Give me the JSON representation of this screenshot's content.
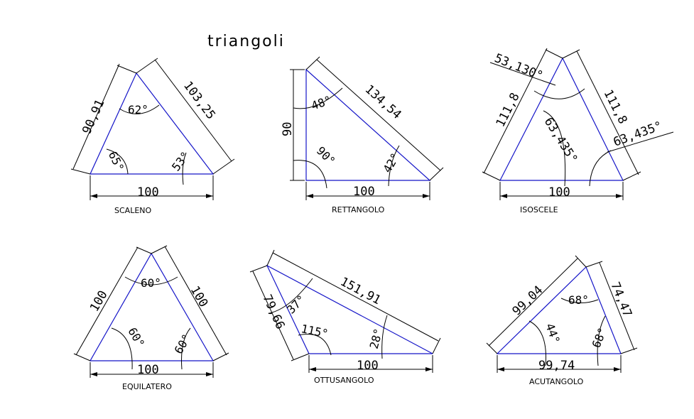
{
  "title": "triangoli",
  "colors": {
    "triangle": "#1515c8",
    "dimension": "#000000",
    "background": "#ffffff"
  },
  "triangles": {
    "scaleno": {
      "name": "SCALENO",
      "base": "100",
      "left": "90,91",
      "right": "103,25",
      "angle_top": "62°",
      "angle_left": "65°",
      "angle_right": "53°"
    },
    "rettangolo": {
      "name": "RETTANGOLO",
      "base": "100",
      "left": "90",
      "right": "134,54",
      "angle_top": "48°",
      "angle_left": "90°",
      "angle_right": "42°"
    },
    "isoscele": {
      "name": "ISOSCELE",
      "base": "100",
      "left": "111,8",
      "right": "111,8",
      "angle_top": "53,130°",
      "angle_left": "63,435°",
      "angle_right": "63,435°"
    },
    "equilatero": {
      "name": "EQUILATERO",
      "base": "100",
      "left": "100",
      "right": "100",
      "angle_top": "60°",
      "angle_left": "60°",
      "angle_right": "60°"
    },
    "ottusangolo": {
      "name": "OTTUSANGOLO",
      "base": "100",
      "left": "79,66",
      "right": "151,91",
      "angle_top": "37°",
      "angle_left": "115°",
      "angle_right": "28°"
    },
    "acutangolo": {
      "name": "ACUTANGOLO",
      "base": "99,74",
      "left": "99,04",
      "right": "74,47",
      "angle_top": "68°",
      "angle_left": "44°",
      "angle_right": "68°"
    }
  }
}
